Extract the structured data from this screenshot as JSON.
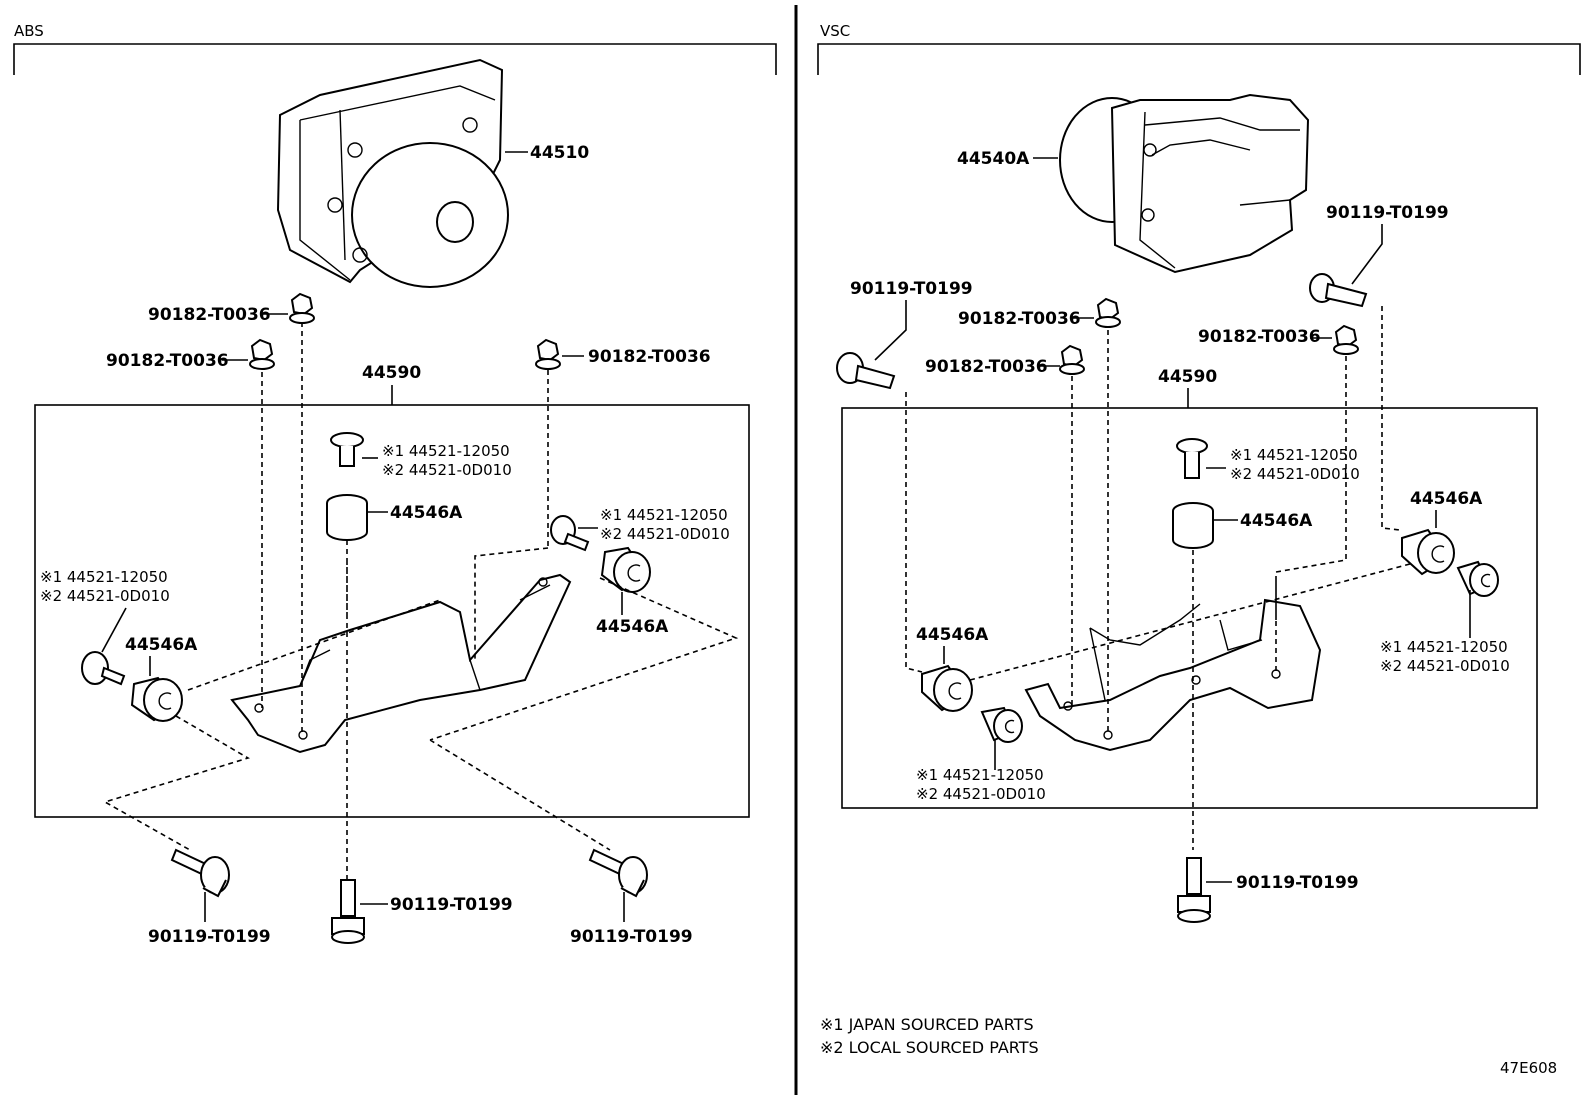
{
  "sections": {
    "abs_title": "ABS",
    "vsc_title": "VSC"
  },
  "abs": {
    "actuator": "44510",
    "bracket": "44590",
    "nut_top": "90182-T0036",
    "nut_left": "90182-T0036",
    "nut_right": "90182-T0036",
    "bushing_center": "44546A",
    "bushing_left": "44546A",
    "bushing_right": "44546A",
    "collar_center_1": "※1 44521-12050",
    "collar_center_2": "※2 44521-0D010",
    "collar_right_1": "※1 44521-12050",
    "collar_right_2": "※2 44521-0D010",
    "collar_left_1": "※1 44521-12050",
    "collar_left_2": "※2 44521-0D010",
    "bolt_left": "90119-T0199",
    "bolt_center": "90119-T0199",
    "bolt_right": "90119-T0199"
  },
  "vsc": {
    "actuator": "44540A",
    "bracket": "44590",
    "bolt_top_right": "90119-T0199",
    "bolt_top_left": "90119-T0199",
    "nut_a": "90182-T0036",
    "nut_b": "90182-T0036",
    "nut_c": "90182-T0036",
    "collar_center_1": "※1 44521-12050",
    "collar_center_2": "※2 44521-0D010",
    "bushing_center": "44546A",
    "bushing_right": "44546A",
    "bushing_left": "44546A",
    "collar_right_1": "※1 44521-12050",
    "collar_right_2": "※2 44521-0D010",
    "collar_left_1": "※1 44521-12050",
    "collar_left_2": "※2 44521-0D010",
    "bolt_bottom": "90119-T0199"
  },
  "notes": {
    "note1": "※1 JAPAN SOURCED PARTS",
    "note2": "※2 LOCAL SOURCED PARTS"
  },
  "diagram_code": "47E608"
}
